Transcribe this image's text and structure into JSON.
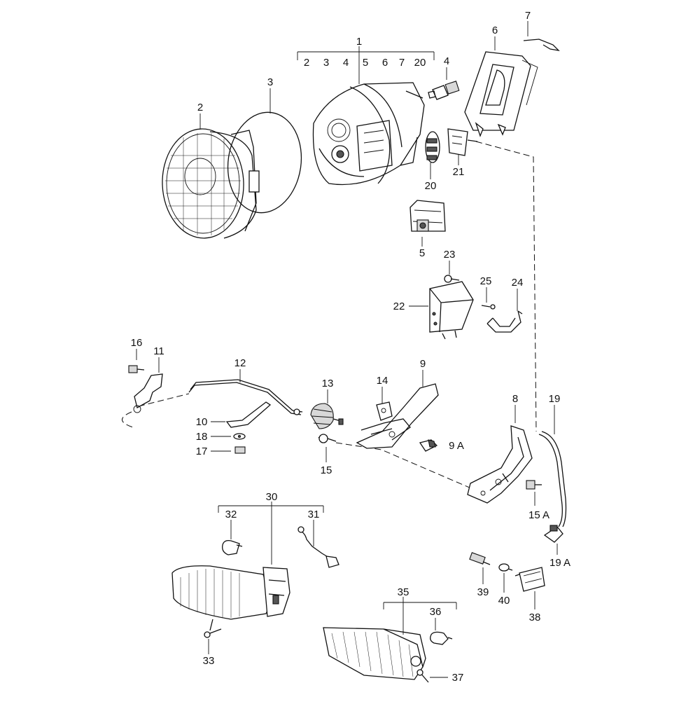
{
  "callouts": {
    "c1": "1",
    "c1_2": "2",
    "c1_3": "3",
    "c1_4": "4",
    "c1_5": "5",
    "c1_6": "6",
    "c1_7": "7",
    "c1_20": "20",
    "c2": "2",
    "c3": "3",
    "c4": "4",
    "c5": "5",
    "c6": "6",
    "c7": "7",
    "c8": "8",
    "c9": "9",
    "c9a": "9 A",
    "c10": "10",
    "c11": "11",
    "c12": "12",
    "c13": "13",
    "c14": "14",
    "c15": "15",
    "c15a": "15 A",
    "c16": "16",
    "c17": "17",
    "c18": "18",
    "c19": "19",
    "c19a": "19 A",
    "c20": "20",
    "c21": "21",
    "c22": "22",
    "c23": "23",
    "c24": "24",
    "c25": "25",
    "c30": "30",
    "c31": "31",
    "c32": "32",
    "c33": "33",
    "c35": "35",
    "c36": "36",
    "c37": "37",
    "c38": "38",
    "c39": "39",
    "c40": "40"
  },
  "icons": {
    "headlamp_lens": "headlamp-lens-icon",
    "headlamp_housing": "headlamp-housing-icon",
    "fog_lamp": "fog-lamp-icon",
    "turn_signal": "turn-signal-lamp-icon"
  }
}
